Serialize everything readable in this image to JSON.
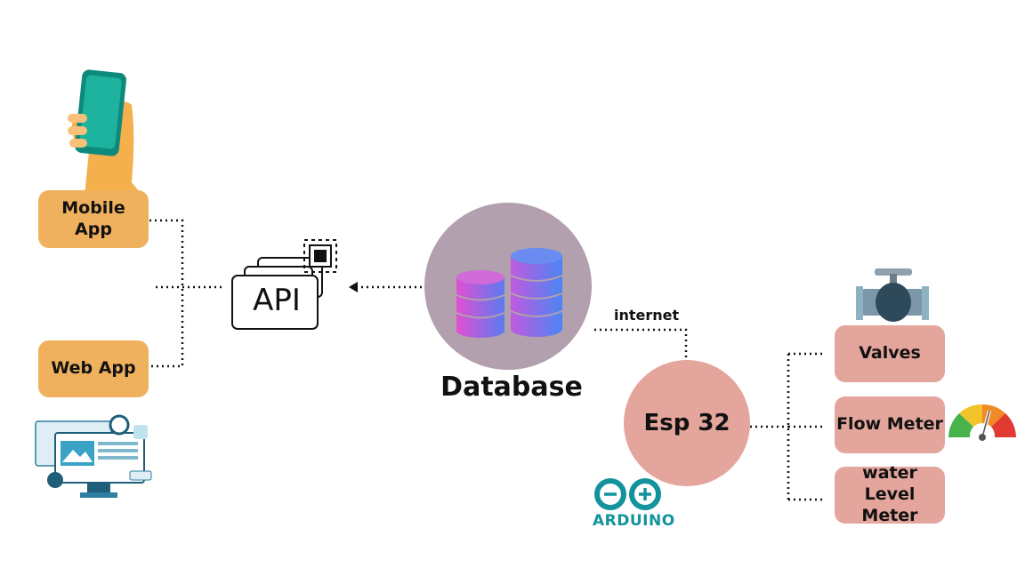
{
  "nodes": {
    "mobile_app": "Mobile\nApp",
    "web_app": "Web App",
    "api": "API",
    "database": "Database",
    "internet": "internet",
    "esp32": "Esp 32",
    "arduino": "ARDUINO",
    "valves": "Valves",
    "flow_meter": "Flow Meter",
    "water_level_meter": "water Level\nMeter"
  },
  "colors": {
    "app_box": "#f0b15e",
    "device_box": "#e3a59c",
    "database_circle": "#b2a0ae",
    "arduino": "#13939b"
  },
  "icons": [
    "phone-in-hand-icon",
    "web-dashboard-icon",
    "api-icon",
    "database-cylinders-icon",
    "arduino-logo-icon",
    "valve-icon",
    "gauge-icon"
  ]
}
